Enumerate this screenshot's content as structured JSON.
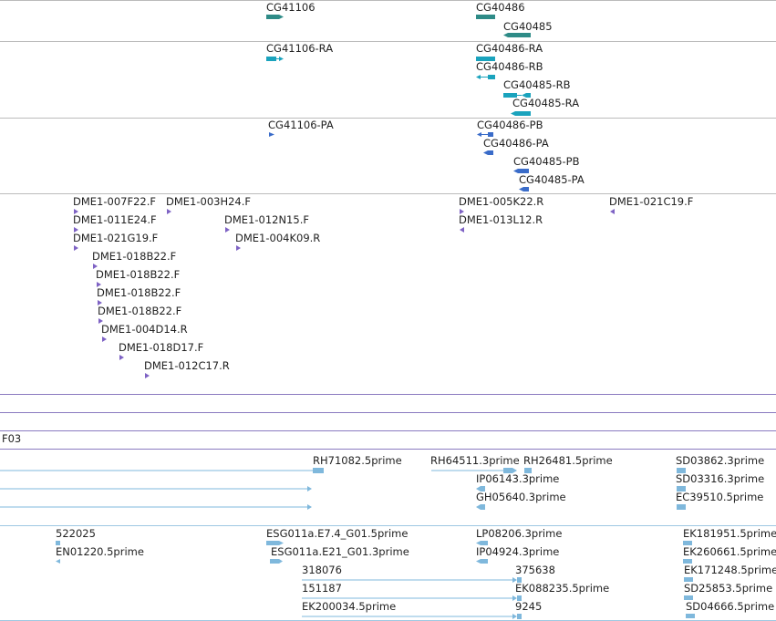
{
  "colors": {
    "gene": "#2e8b87",
    "transcript": "#1aa3bd",
    "protein": "#3a6cc9",
    "bac_end": "#7e62c4",
    "est": "#7fb8dc",
    "divider_gray": "#bbbbbb",
    "divider_purple": "#8a7ac0",
    "divider_blue": "#9ec8e2"
  },
  "tracks": {
    "genes": [
      "CG41106",
      "CG40486",
      "CG40485"
    ],
    "transcripts": [
      "CG41106-RA",
      "CG40486-RA",
      "CG40486-RB",
      "CG40485-RB",
      "CG40485-RA"
    ],
    "proteins": [
      "CG41106-PA",
      "CG40486-PB",
      "CG40486-PA",
      "CG40485-PB",
      "CG40485-PA"
    ],
    "bac_ends": [
      "DME1-007F22.F",
      "DME1-003H24.F",
      "DME1-011E24.F",
      "DME1-012N15.F",
      "DME1-021G19.F",
      "DME1-004K09.R",
      "DME1-018B22.F",
      "DME1-018B22.F",
      "DME1-018B22.F",
      "DME1-018B22.F",
      "DME1-004D14.R",
      "DME1-018D17.F",
      "DME1-012C17.R",
      "DME1-005K22.R",
      "DME1-013L12.R",
      "DME1-021C19.F"
    ],
    "partial_label": "F03",
    "est_set_a": [
      "RH71082.5prime",
      "RH64511.3prime",
      "RH26481.5prime",
      "SD03862.3prime",
      "IP06143.3prime",
      "SD03316.3prime",
      "GH05640.3prime",
      "EC39510.5prime"
    ],
    "est_set_b": [
      "522025",
      "ESG011a.E7.4_G01.5prime",
      "LP08206.3prime",
      "EK181951.5prime",
      "EN01220.5prime",
      "ESG011a.E21_G01.3prime",
      "IP04924.3prime",
      "EK260661.5prime",
      "318076",
      "375638",
      "EK171248.5prime",
      "151187",
      "EK088235.5prime",
      "SD25853.5prime",
      "EK200034.5prime",
      "9245",
      "SD04666.5prime"
    ]
  }
}
